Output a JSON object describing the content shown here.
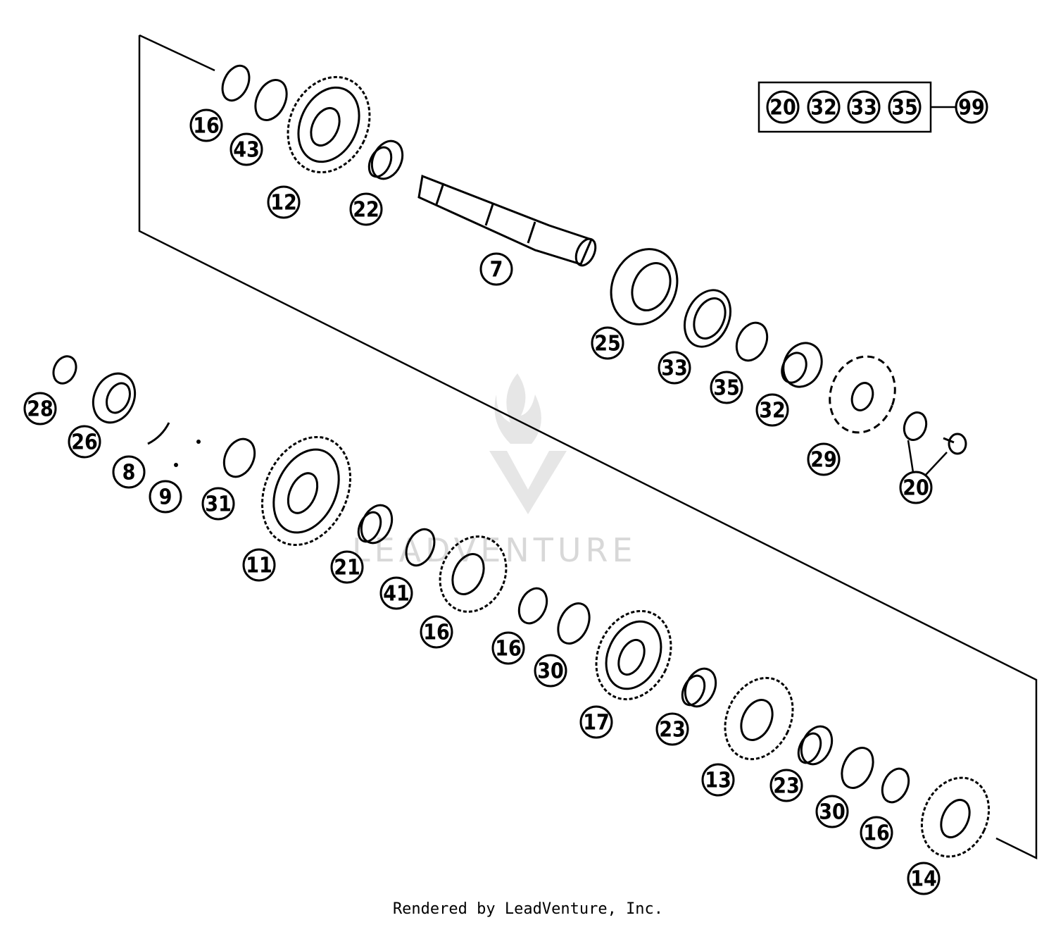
{
  "callouts": [
    {
      "id": "c16a",
      "label": "16"
    },
    {
      "id": "c43",
      "label": "43"
    },
    {
      "id": "c12",
      "label": "12"
    },
    {
      "id": "c22",
      "label": "22"
    },
    {
      "id": "c7",
      "label": "7"
    },
    {
      "id": "c25",
      "label": "25"
    },
    {
      "id": "c33",
      "label": "33"
    },
    {
      "id": "c35",
      "label": "35"
    },
    {
      "id": "c32",
      "label": "32"
    },
    {
      "id": "c29",
      "label": "29"
    },
    {
      "id": "c20a",
      "label": "20"
    },
    {
      "id": "k20",
      "label": "20"
    },
    {
      "id": "k32",
      "label": "32"
    },
    {
      "id": "k33",
      "label": "33"
    },
    {
      "id": "k35",
      "label": "35"
    },
    {
      "id": "k99",
      "label": "99"
    },
    {
      "id": "c28",
      "label": "28"
    },
    {
      "id": "c26",
      "label": "26"
    },
    {
      "id": "c8",
      "label": "8"
    },
    {
      "id": "c9",
      "label": "9"
    },
    {
      "id": "c31",
      "label": "31"
    },
    {
      "id": "c11",
      "label": "11"
    },
    {
      "id": "c21",
      "label": "21"
    },
    {
      "id": "c41",
      "label": "41"
    },
    {
      "id": "c16b",
      "label": "16"
    },
    {
      "id": "c16c",
      "label": "16"
    },
    {
      "id": "c30a",
      "label": "30"
    },
    {
      "id": "c17",
      "label": "17"
    },
    {
      "id": "c23a",
      "label": "23"
    },
    {
      "id": "c13",
      "label": "13"
    },
    {
      "id": "c23b",
      "label": "23"
    },
    {
      "id": "c30b",
      "label": "30"
    },
    {
      "id": "c16d",
      "label": "16"
    },
    {
      "id": "c14",
      "label": "14"
    }
  ],
  "watermark_text": "LEADVENTURE",
  "footer_text": "Rendered by LeadVenture, Inc."
}
